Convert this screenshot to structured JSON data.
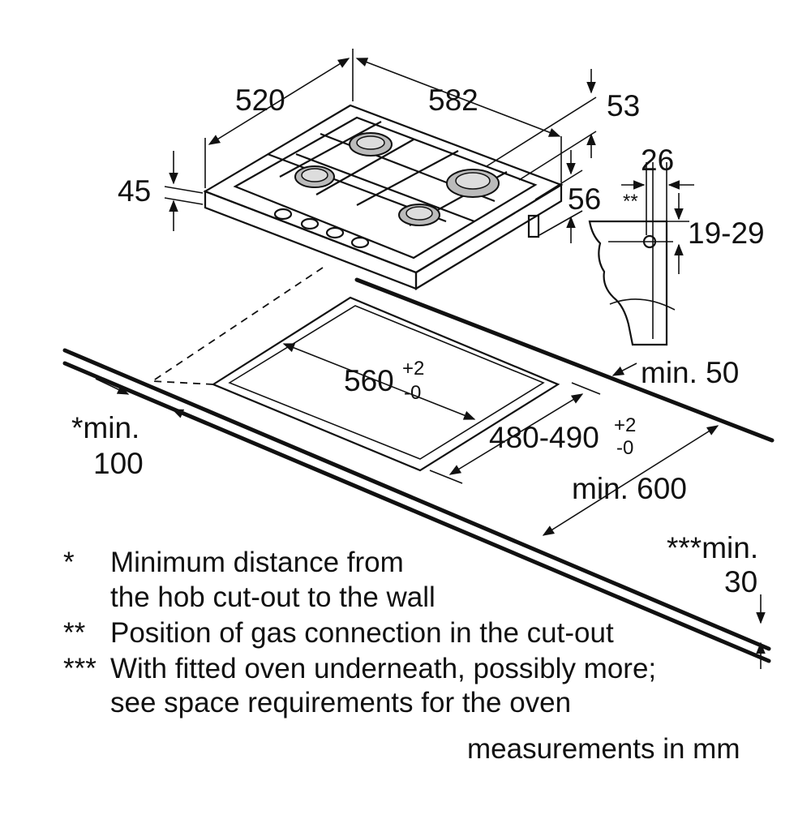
{
  "dimensions": {
    "hob_depth": "520",
    "hob_width": "582",
    "hob_height_front": "45",
    "hob_height_total": "53",
    "hob_underside": "56",
    "connection_offset": "26",
    "connection_marker": "**",
    "connection_height": "19-29",
    "cutout_width": "560",
    "cutout_width_tol_plus": "+2",
    "cutout_width_tol_minus": "-0",
    "cutout_depth": "480-490",
    "cutout_depth_tol_plus": "+2",
    "cutout_depth_tol_minus": "-0",
    "wall_min_prefix": "*min.",
    "wall_min_value": "100",
    "rear_min": "min. 50",
    "worktop_min": "min. 600",
    "oven_min_prefix": "***min.",
    "oven_min_value": "30"
  },
  "notes": [
    {
      "marker": "*",
      "lines": [
        "Minimum distance from",
        "the hob cut-out to the wall"
      ]
    },
    {
      "marker": "**",
      "lines": [
        "Position of gas connection in the cut-out"
      ]
    },
    {
      "marker": "***",
      "lines": [
        "With fitted oven underneath, possibly more;",
        "see space requirements for the oven"
      ]
    }
  ],
  "units_note": "measurements in mm"
}
